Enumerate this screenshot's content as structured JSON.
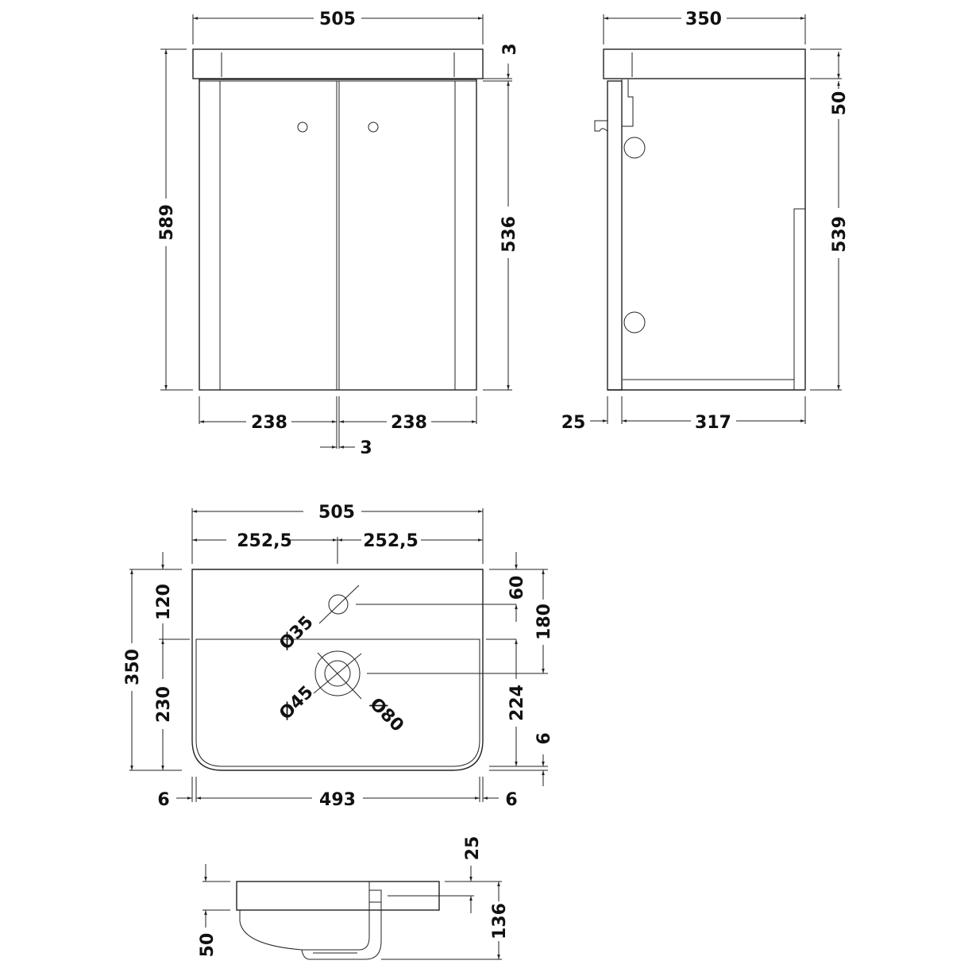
{
  "colors": {
    "line": "#222222",
    "text": "#111111",
    "background": "#ffffff"
  },
  "front_view": {
    "overall_width": "505",
    "overall_height": "589",
    "top_gap": "3",
    "door_height": "536",
    "left_door_width": "238",
    "right_door_width": "238",
    "door_gap": "3"
  },
  "side_view": {
    "overall_depth": "350",
    "top_thickness": "50",
    "body_height": "539",
    "door_thickness": "25",
    "body_depth": "317"
  },
  "basin_plan_view": {
    "overall_width": "505",
    "half_width_left": "252,5",
    "half_width_right": "252,5",
    "overall_depth": "350",
    "rear_to_bowl": "120",
    "bowl_depth": "230",
    "rear_to_tap": "60",
    "rear_to_waste": "180",
    "bowl_to_front": "224",
    "front_lip": "6",
    "left_rim": "6",
    "bowl_width": "493",
    "right_rim": "6",
    "tap_hole_dia": "Ø35",
    "waste_inner_dia": "Ø45",
    "waste_outer_dia": "Ø80"
  },
  "basin_side_view": {
    "rim_height": "50",
    "overflow_offset": "25",
    "total_height": "136"
  }
}
